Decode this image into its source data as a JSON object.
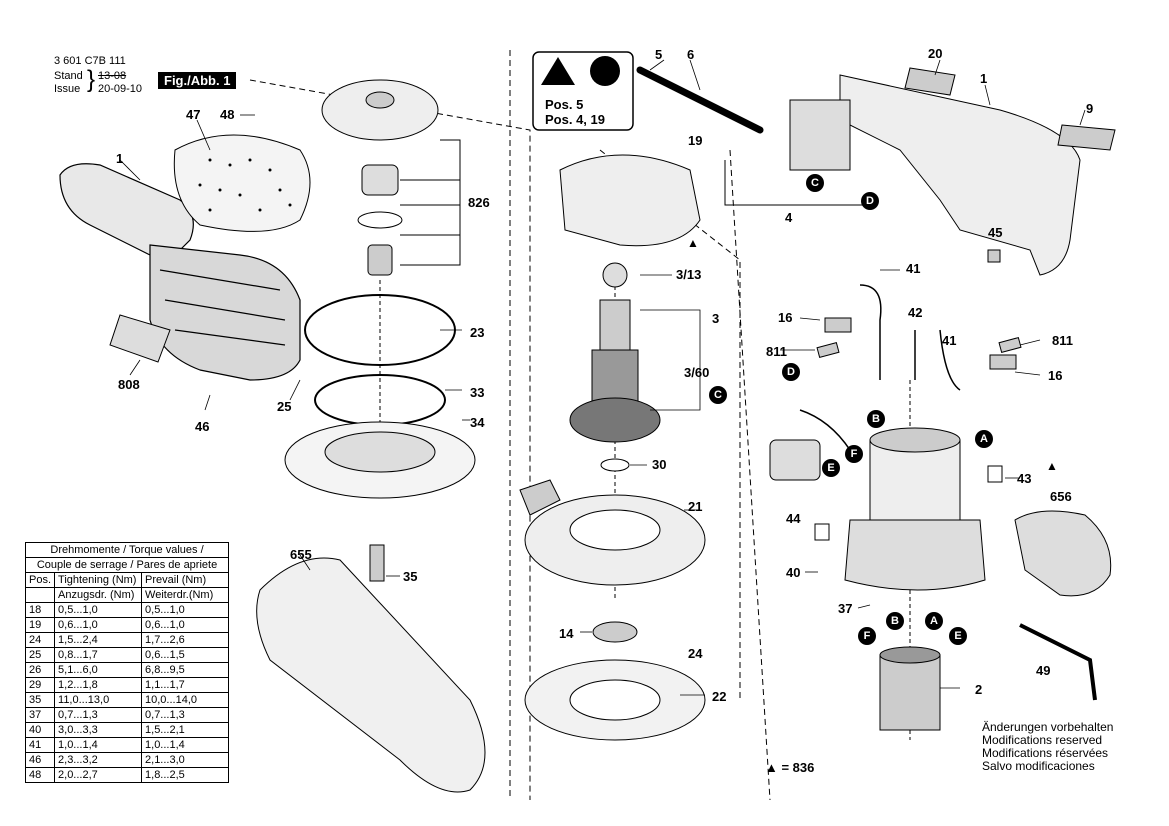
{
  "header": {
    "part_number": "3 601 C7B 111",
    "stand_label": "Stand",
    "issue_label": "Issue",
    "stand_value": "13-08",
    "issue_value": "20-09-10",
    "figure_tag": "Fig./Abb. 1"
  },
  "warning": {
    "line1": "Pos. 5",
    "line2": "Pos. 4, 19"
  },
  "torque_table": {
    "title1": "Drehmomente / Torque values /",
    "title2": "Couple de serrage / Pares de apriete",
    "head_pos": "Pos.",
    "head_tight1": "Tightening (Nm)",
    "head_tight2": "Anzugsdr. (Nm)",
    "head_prev1": "Prevail (Nm)",
    "head_prev2": "Weiterdr.(Nm)",
    "rows": [
      {
        "pos": "18",
        "tight": "0,5...1,0",
        "prev": "0,5...1,0"
      },
      {
        "pos": "19",
        "tight": "0,6...1,0",
        "prev": "0,6...1,0"
      },
      {
        "pos": "24",
        "tight": "1,5...2,4",
        "prev": "1,7...2,6"
      },
      {
        "pos": "25",
        "tight": "0,8...1,7",
        "prev": "0,6...1,5"
      },
      {
        "pos": "26",
        "tight": "5,1...6,0",
        "prev": "6,8...9,5"
      },
      {
        "pos": "29",
        "tight": "1,2...1,8",
        "prev": "1,1...1,7"
      },
      {
        "pos": "35",
        "tight": "11,0...13,0",
        "prev": "10,0...14,0"
      },
      {
        "pos": "37",
        "tight": "0,7...1,3",
        "prev": "0,7...1,3"
      },
      {
        "pos": "40",
        "tight": "3,0...3,3",
        "prev": "1,5...2,1"
      },
      {
        "pos": "41",
        "tight": "1,0...1,4",
        "prev": "1,0...1,4"
      },
      {
        "pos": "46",
        "tight": "2,3...3,2",
        "prev": "2,1...3,0"
      },
      {
        "pos": "48",
        "tight": "2,0...2,7",
        "prev": "1,8...2,5"
      }
    ]
  },
  "part_labels": {
    "p1a": "1",
    "p47": "47",
    "p48": "48",
    "p808": "808",
    "p46": "46",
    "p25": "25",
    "p826": "826",
    "p23": "23",
    "p33": "33",
    "p34": "34",
    "p655": "655",
    "p35": "35",
    "p5": "5",
    "p6": "6",
    "p19": "19",
    "p4": "4",
    "p313": "3/13",
    "p3": "3",
    "p360": "3/60",
    "p30": "30",
    "p21": "21",
    "p14": "14",
    "p24": "24",
    "p22": "22",
    "p20": "20",
    "p1b": "1",
    "p9": "9",
    "p45": "45",
    "p41a": "41",
    "p16a": "16",
    "p42": "42",
    "p811a": "811",
    "p41b": "41",
    "p811b": "811",
    "p16b": "16",
    "p43": "43",
    "p656": "656",
    "p44": "44",
    "p40": "40",
    "p37": "37",
    "p49": "49",
    "p2": "2"
  },
  "badges": {
    "C": "C",
    "D": "D",
    "A": "A",
    "B": "B",
    "E": "E",
    "F": "F"
  },
  "legend": {
    "triangle_label": "▲ = 836",
    "triangle_mark": "▲"
  },
  "notes": {
    "de": "Änderungen vorbehalten",
    "en": "Modifications reserved",
    "fr": "Modifications réservées",
    "es": "Salvo modificaciones"
  }
}
